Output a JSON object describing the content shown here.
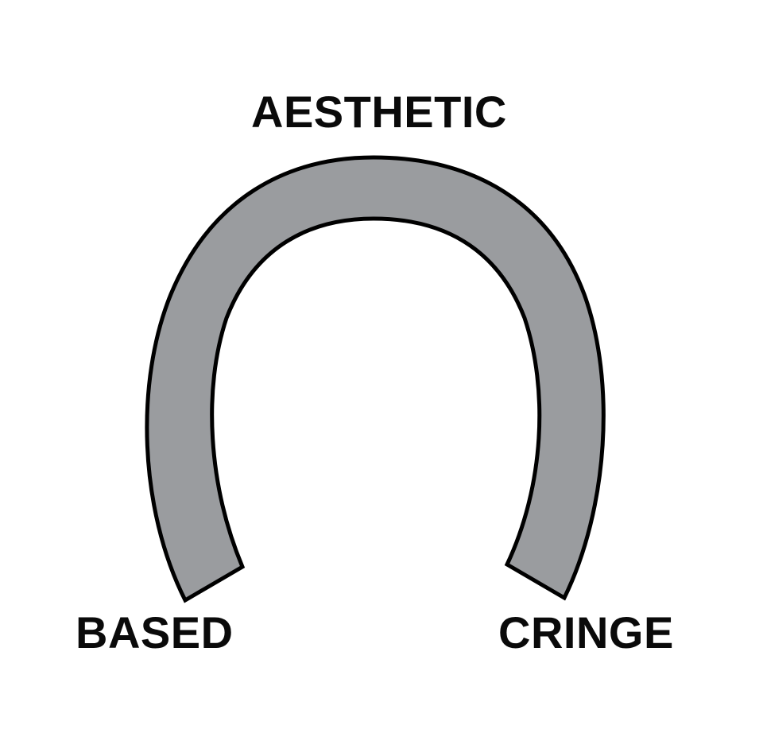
{
  "diagram": {
    "type": "horseshoe-spectrum",
    "labels": {
      "top": "AESTHETIC",
      "left": "BASED",
      "right": "CRINGE"
    },
    "shape": {
      "fill_color": "#9a9c9f",
      "stroke_color": "#000000",
      "stroke_width": 5
    }
  }
}
